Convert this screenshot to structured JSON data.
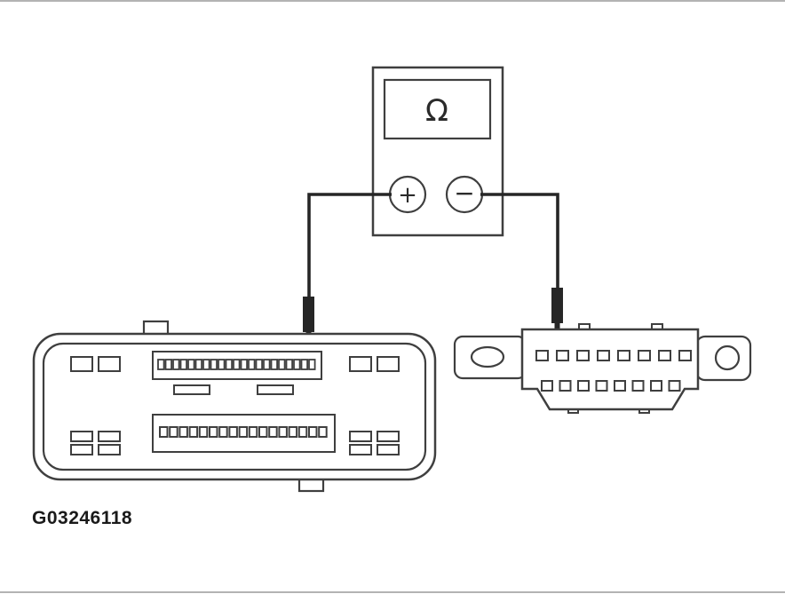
{
  "figure": {
    "caption": "G03246118",
    "background": "#ffffff",
    "line_color": "#3f3f3f",
    "wire_color": "#262626"
  },
  "meter": {
    "display_symbol": "Ω",
    "positive_terminal": "+",
    "negative_terminal": "−"
  },
  "left_connector": {
    "top_pin_count": 21,
    "bottom_pin_count": 17
  },
  "right_connector": {
    "top_pin_count": 8,
    "bottom_pin_count": 8
  }
}
